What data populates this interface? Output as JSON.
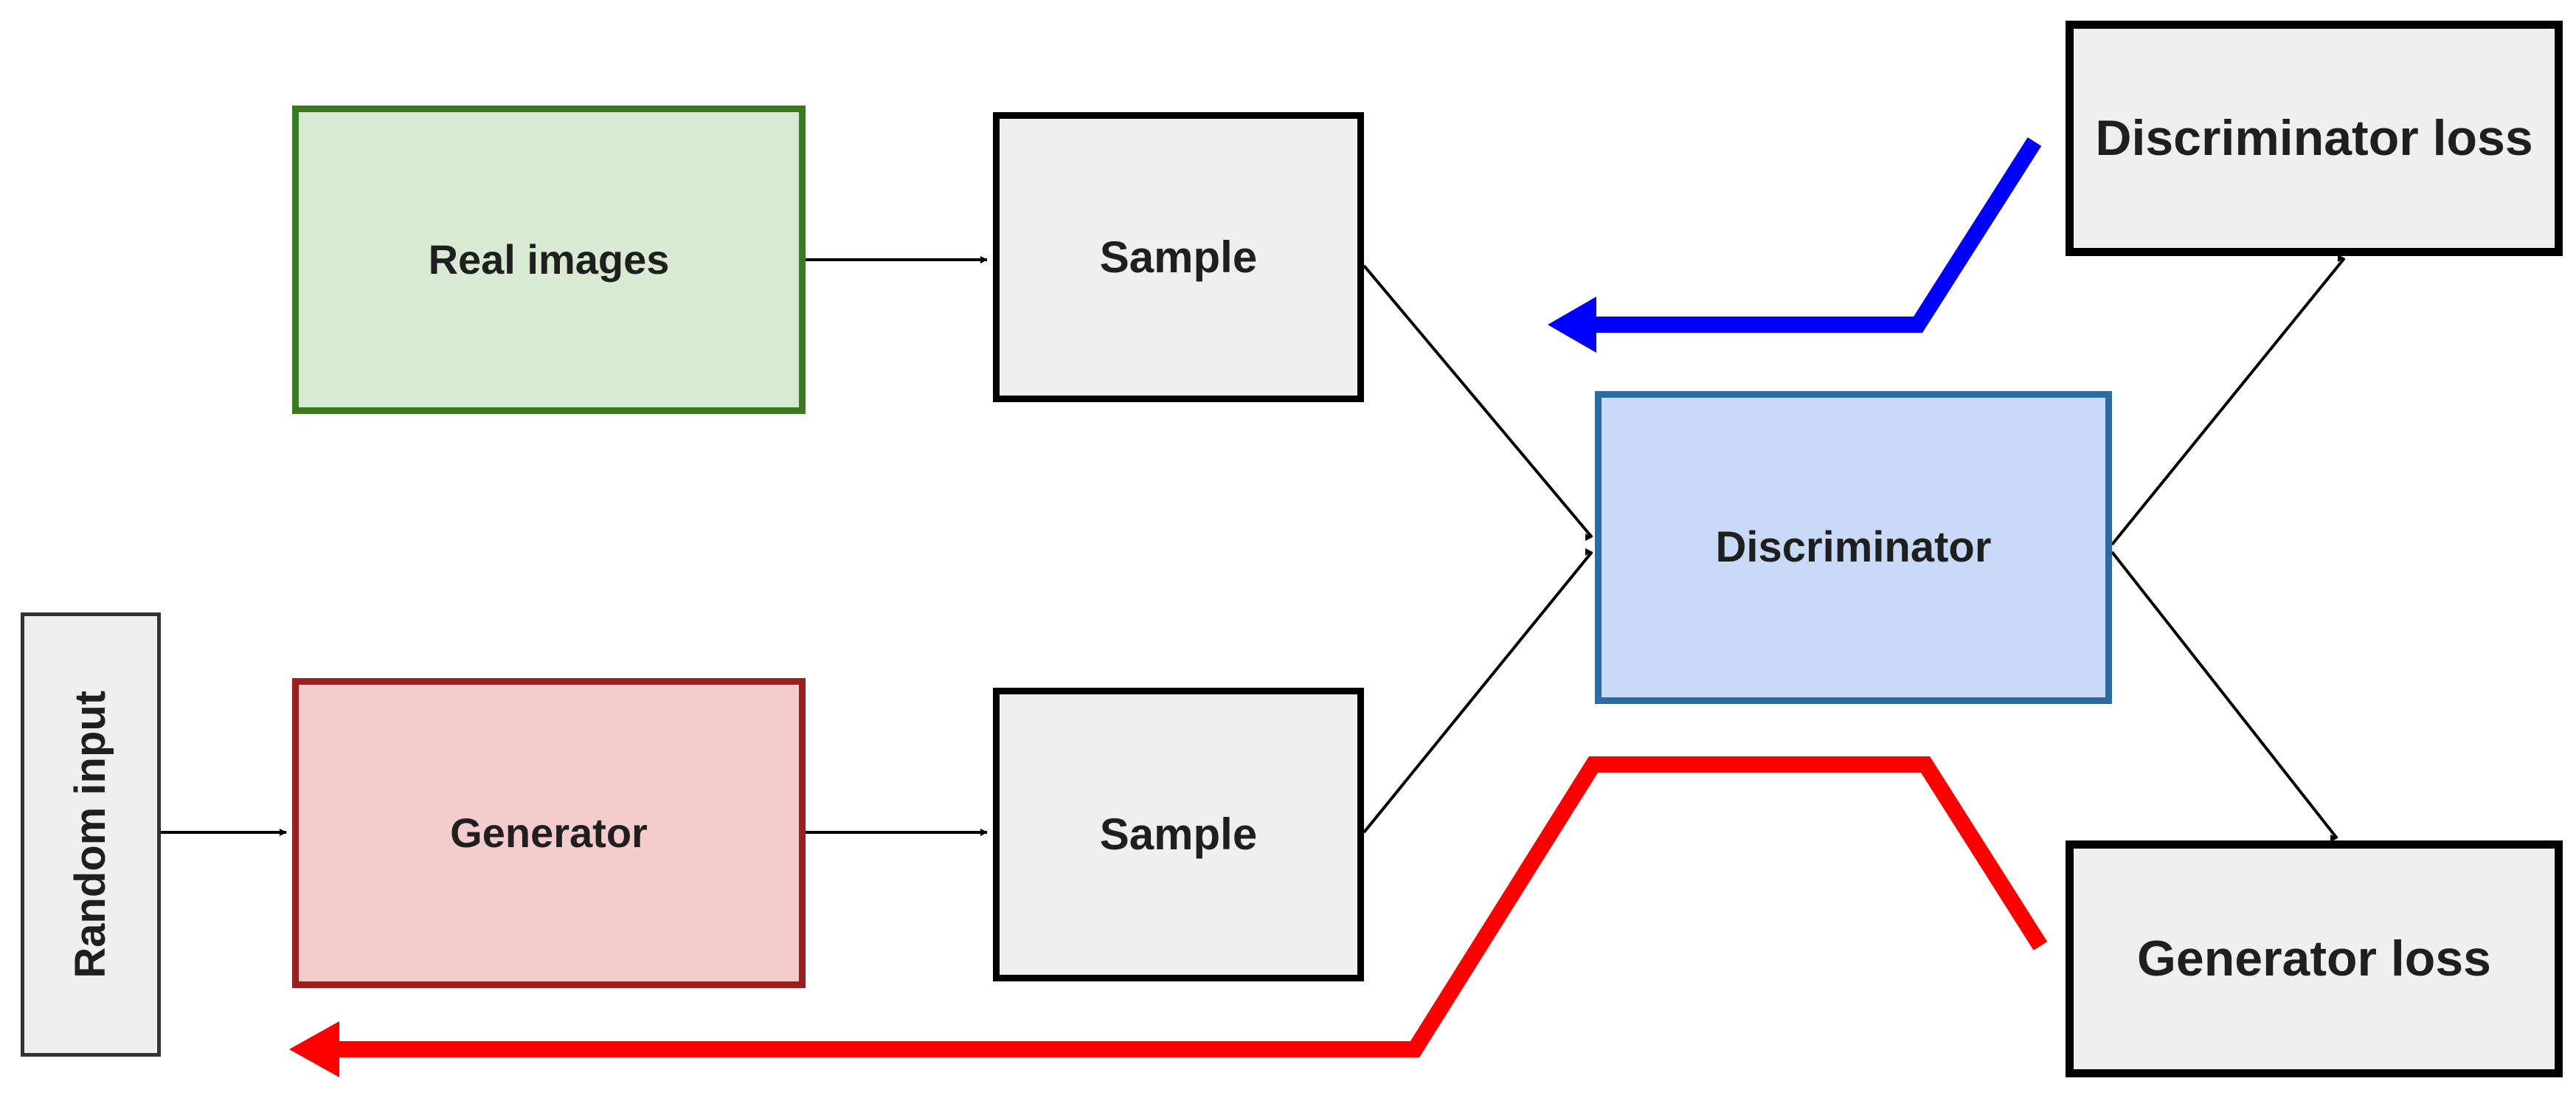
{
  "diagram": {
    "nodes": {
      "real_images": "Real images",
      "sample_real": "Sample",
      "sample_generated": "Sample",
      "generator": "Generator",
      "discriminator": "Discriminator",
      "discriminator_loss": "Discriminator loss",
      "generator_loss": "Generator loss",
      "random_input": "Random input"
    },
    "colors": {
      "real_images_fill": "#d8ead2",
      "real_images_border": "#3b7a1e",
      "generator_fill": "#f4cccc",
      "generator_border": "#9b1f1f",
      "discriminator_fill": "#c9daf8",
      "discriminator_border": "#2d6aa4",
      "neutral_fill": "#efefef",
      "discriminator_backprop_arrow": "#0000ff",
      "generator_backprop_arrow": "#ff0000"
    }
  }
}
